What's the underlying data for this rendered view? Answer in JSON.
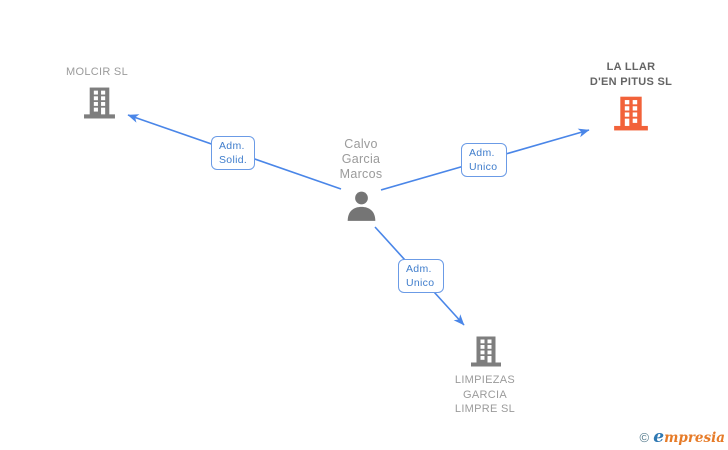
{
  "diagram": {
    "type": "company-relations-graph",
    "person": {
      "name": "Calvo Garcia Marcos",
      "name_lines": [
        "Calvo",
        "Garcia",
        "Marcos"
      ]
    },
    "companies": [
      {
        "name": "MOLCIR SL",
        "name_lines": [
          "MOLCIR SL"
        ],
        "highlighted": false,
        "icon": "building-icon",
        "icon_color_key": "building_gray"
      },
      {
        "name": "LA LLAR D'EN PITUS SL",
        "name_lines": [
          "LA LLAR",
          "D'EN PITUS SL"
        ],
        "highlighted": true,
        "icon": "building-icon",
        "icon_color_key": "building_orange"
      },
      {
        "name": "LIMPIEZAS GARCIA LIMPRE SL",
        "name_lines": [
          "LIMPIEZAS",
          "GARCIA",
          "LIMPRE SL"
        ],
        "highlighted": false,
        "icon": "building-icon",
        "icon_color_key": "building_gray"
      }
    ],
    "relations": [
      {
        "label": "Adm. Solid.",
        "label_lines": [
          "Adm.",
          "Solid."
        ],
        "from": "Calvo Garcia Marcos",
        "to": "MOLCIR SL"
      },
      {
        "label": "Adm. Unico",
        "label_lines": [
          "Adm.",
          "Unico"
        ],
        "from": "Calvo Garcia Marcos",
        "to": "LA LLAR D'EN PITUS SL"
      },
      {
        "label": "Adm. Unico",
        "label_lines": [
          "Adm.",
          "Unico"
        ],
        "from": "Calvo Garcia Marcos",
        "to": "LIMPIEZAS GARCIA LIMPRE SL"
      }
    ]
  },
  "watermark": {
    "copyright": "©",
    "brand_initial": "e",
    "brand_rest": "mpresia"
  },
  "colors": {
    "arrow_color": "#4a86e8",
    "box_border": "#6b9be6",
    "box_text": "#3f7dcc",
    "label_gray": "#9b9b9b",
    "label_dark": "#646464",
    "building_gray": "#7e7e7e",
    "building_orange": "#f2623a",
    "person_gray": "#757575",
    "brand_copyright": "#567c8e",
    "brand_e": "#2f79b3",
    "brand_rest": "#e67b28"
  }
}
